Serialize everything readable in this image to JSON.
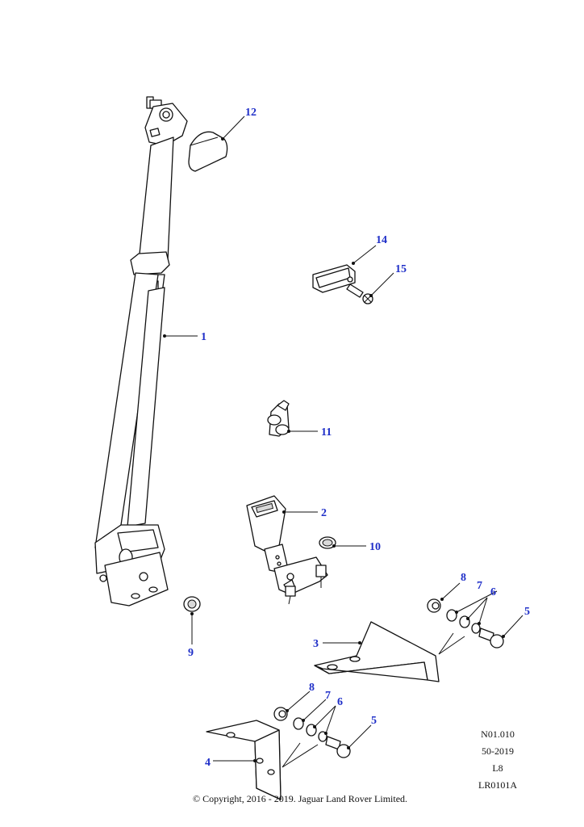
{
  "callouts": [
    {
      "id": "c12",
      "label": "12"
    },
    {
      "id": "c14",
      "label": "14"
    },
    {
      "id": "c15",
      "label": "15"
    },
    {
      "id": "c1",
      "label": "1"
    },
    {
      "id": "c11",
      "label": "11"
    },
    {
      "id": "c2",
      "label": "2"
    },
    {
      "id": "c10",
      "label": "10"
    },
    {
      "id": "c8a",
      "label": "8"
    },
    {
      "id": "c7a",
      "label": "7"
    },
    {
      "id": "c6a",
      "label": "6"
    },
    {
      "id": "c5a",
      "label": "5"
    },
    {
      "id": "c3",
      "label": "3"
    },
    {
      "id": "c9",
      "label": "9"
    },
    {
      "id": "c8b",
      "label": "8"
    },
    {
      "id": "c7b",
      "label": "7"
    },
    {
      "id": "c6b",
      "label": "6"
    },
    {
      "id": "c5b",
      "label": "5"
    },
    {
      "id": "c4",
      "label": "4"
    }
  ],
  "reference": {
    "line1": "N01.010",
    "line2": "50-2019",
    "line3": "L8",
    "line4": "LR0101A"
  },
  "copyright": "© Copyright, 2016 - 2019. Jaguar Land Rover Limited.",
  "colors": {
    "callout": "#1f2fc8",
    "line": "#111111",
    "background": "#ffffff"
  }
}
